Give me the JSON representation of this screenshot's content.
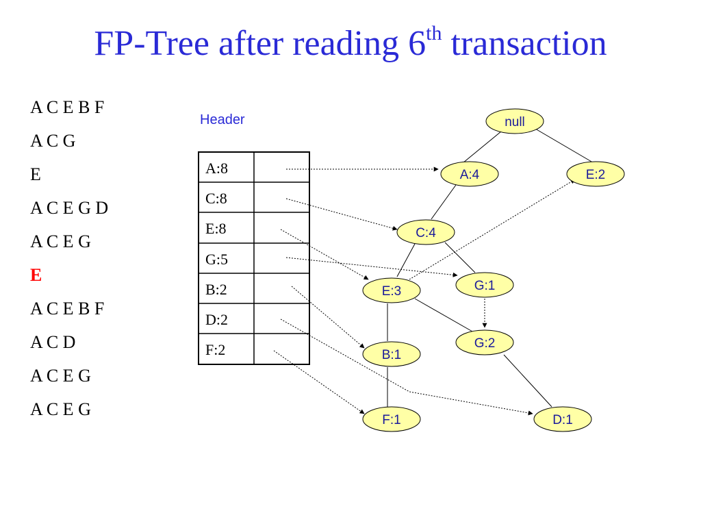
{
  "title": {
    "main": "FP-Tree after reading 6",
    "sup": "th",
    "tail": " transaction"
  },
  "transactions": [
    "A C E B F",
    "A C G",
    "E",
    "A C E G D",
    "A C E G",
    "E",
    "A C E B F",
    "A C D",
    "A C E G",
    "A C E G"
  ],
  "highlighted_transaction_index": 5,
  "colors": {
    "title": "#2a2ad6",
    "node_fill": "#ffffa6",
    "highlight": "#ff0000"
  },
  "header": {
    "label": "Header",
    "items": [
      "A:8",
      "C:8",
      "E:8",
      "G:5",
      "B:2",
      "D:2",
      "F:2"
    ]
  },
  "tree": {
    "nodes": {
      "null": "null",
      "a4": "A:4",
      "e2": "E:2",
      "c4": "C:4",
      "e3": "E:3",
      "g1": "G:1",
      "b1": "B:1",
      "g2": "G:2",
      "f1": "F:1",
      "d1": "D:1"
    },
    "edges": [
      [
        "null",
        "a4"
      ],
      [
        "null",
        "e2"
      ],
      [
        "a4",
        "c4"
      ],
      [
        "c4",
        "e3"
      ],
      [
        "c4",
        "g1"
      ],
      [
        "e3",
        "b1"
      ],
      [
        "e3",
        "g2"
      ],
      [
        "b1",
        "f1"
      ],
      [
        "g2",
        "d1"
      ]
    ],
    "node_links": [
      [
        "header:A:8",
        "a4"
      ],
      [
        "header:C:8",
        "c4"
      ],
      [
        "header:E:8",
        "e3"
      ],
      [
        "e3",
        "e2"
      ],
      [
        "header:G:5",
        "g1"
      ],
      [
        "g1",
        "g2"
      ],
      [
        "header:B:2",
        "b1"
      ],
      [
        "header:D:2",
        "d1"
      ],
      [
        "header:F:2",
        "f1"
      ]
    ]
  }
}
